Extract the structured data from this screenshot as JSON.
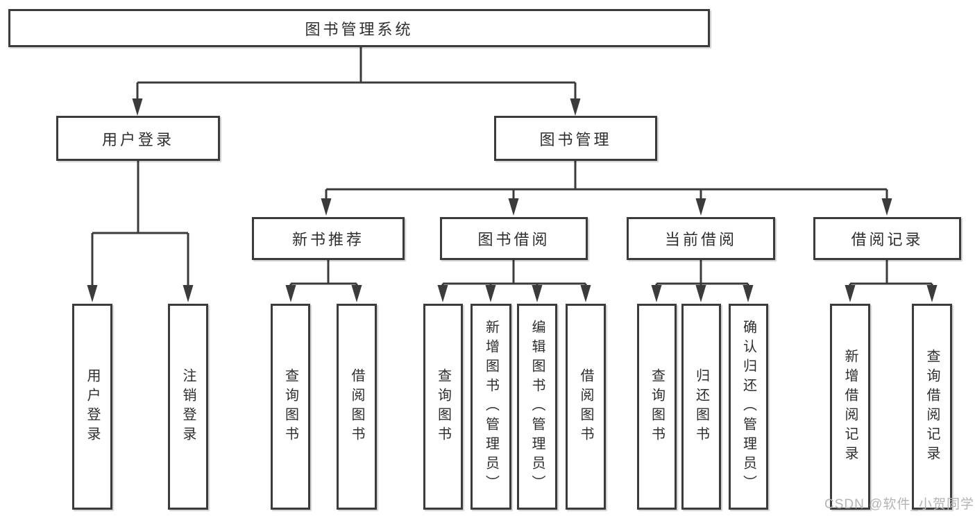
{
  "tree": {
    "label": "图书管理系统",
    "children": [
      {
        "label": "用户登录",
        "children": [
          {
            "label": "用户登录"
          },
          {
            "label": "注销登录"
          }
        ]
      },
      {
        "label": "图书管理",
        "children": [
          {
            "label": "新书推荐",
            "children": [
              {
                "label": "查询图书"
              },
              {
                "label": "借阅图书"
              }
            ]
          },
          {
            "label": "图书借阅",
            "children": [
              {
                "label": "查询图书"
              },
              {
                "label": "新增图书（管理员）"
              },
              {
                "label": "编辑图书（管理员）"
              },
              {
                "label": "借阅图书"
              }
            ]
          },
          {
            "label": "当前借阅",
            "children": [
              {
                "label": "查询图书"
              },
              {
                "label": "归还图书"
              },
              {
                "label": "确认归还（管理员）"
              }
            ]
          },
          {
            "label": "借阅记录",
            "children": [
              {
                "label": "新增借阅记录"
              },
              {
                "label": "查询借阅记录"
              }
            ]
          }
        ]
      }
    ]
  },
  "watermark": {
    "text": "CSDN @软件_小贺同学",
    "color": "#b4b4b4"
  },
  "colors": {
    "line": "#3b3b3b",
    "text": "#2e2e2e",
    "background": "#ffffff"
  }
}
